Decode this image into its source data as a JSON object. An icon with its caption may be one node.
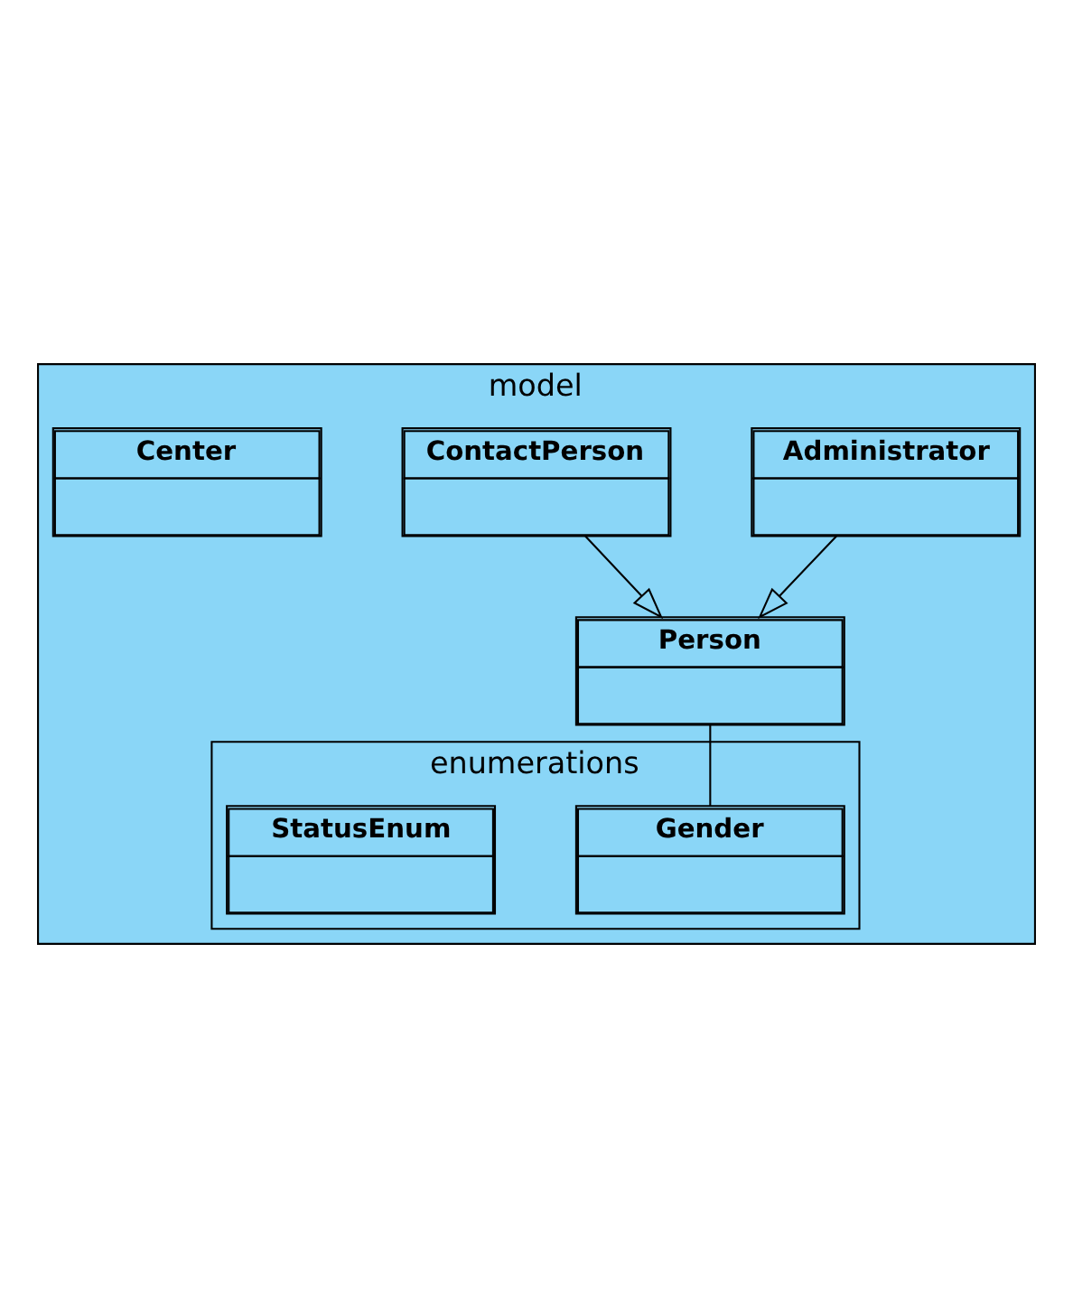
{
  "diagram": {
    "nodes": [
      {
        "text": [
          "model"
        ]
      },
      {
        "text": [
          "Administrator"
        ],
        "in": 0
      },
      {
        "text": [
          "ContactPerson"
        ],
        "in": 0
      },
      {
        "text": [
          "Person"
        ],
        "in": 0
      },
      {
        "text": [
          "enumerations"
        ],
        "in": 0
      },
      {
        "text": [
          "Gender"
        ],
        "in": 4
      },
      {
        "text": [
          "StatusEnum"
        ],
        "in": 4
      },
      {
        "text": [
          "Center"
        ],
        "in": 0
      }
    ],
    "edges": [
      {
        "from": 1,
        "to": 3,
        "arrow": "to"
      },
      {
        "from": 2,
        "to": 3,
        "arrow": "to"
      },
      {
        "from": 3,
        "to": 5,
        "arrow": "none"
      }
    ]
  }
}
